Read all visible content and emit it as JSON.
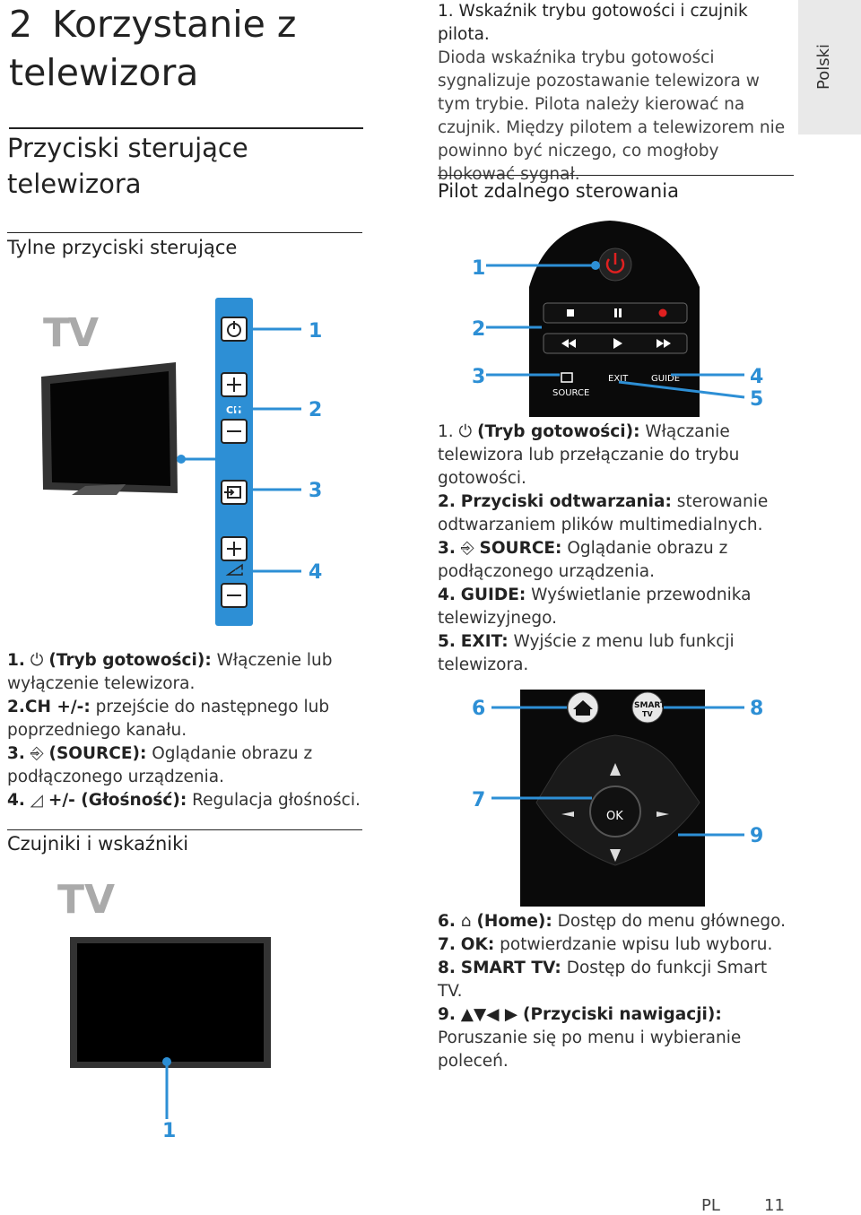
{
  "heading": {
    "number": "2",
    "title": "Korzystanie z telewizora"
  },
  "section_title": "Przyciski sterujące telewizora",
  "rear_controls": {
    "title": "Tylne przyciski sterujące",
    "tv_label": "TV",
    "panel_labels": {
      "ch": "CH"
    },
    "callouts": [
      "1",
      "2",
      "3",
      "4"
    ],
    "items": [
      {
        "num": "1.",
        "bold": "(Tryb gotowości):",
        "text": " Włączenie lub wyłączenie telewizora."
      },
      {
        "num": "2.",
        "bold": "CH +/-:",
        "text": " przejście do następnego lub poprzedniego kanału."
      },
      {
        "num": "3.",
        "bold": "(SOURCE):",
        "text": " Oglądanie obrazu z podłączonego urządzenia."
      },
      {
        "num": "4.",
        "bold": "+/- (Głośność):",
        "text": " Regulacja głośności."
      }
    ]
  },
  "sensors": {
    "title": "Czujniki i wskaźniki",
    "tv_label": "TV",
    "callout": "1"
  },
  "standby": {
    "title": "1. Wskaźnik trybu gotowości i czujnik pilota.",
    "text": "Dioda wskaźnika trybu gotowości sygnalizuje pozostawanie telewizora w tym trybie. Pilota należy kierować na czujnik. Między pilotem a telewizorem nie powinno być niczego, co mogłoby blokować sygnał."
  },
  "remote": {
    "title": "Pilot zdalnego sterowania",
    "labels": {
      "source": "SOURCE",
      "exit": "EXIT",
      "guide": "GUIDE",
      "ok": "OK",
      "smart": "SMART",
      "tv": "TV"
    },
    "callouts_top": [
      "1",
      "2",
      "3",
      "4",
      "5"
    ],
    "callouts_bottom": [
      "6",
      "7",
      "8",
      "9"
    ],
    "items_top": [
      {
        "num": "1.",
        "bold": "(Tryb gotowości):",
        "text": " Włączanie telewizora lub przełączanie do trybu gotowości."
      },
      {
        "num": "2.",
        "bold": "Przyciski odtwarzania:",
        "text": " sterowanie odtwarzaniem plików multimedialnych."
      },
      {
        "num": "3.",
        "bold": "SOURCE:",
        "text": " Oglądanie obrazu z podłączonego urządzenia."
      },
      {
        "num": "4.",
        "bold": "GUIDE:",
        "text": " Wyświetlanie przewodnika telewizyjnego."
      },
      {
        "num": "5.",
        "bold": "EXIT:",
        "text": " Wyjście z menu lub funkcji telewizora."
      }
    ],
    "items_bottom": [
      {
        "num": "6.",
        "bold": "(Home):",
        "text": " Dostęp do menu głównego."
      },
      {
        "num": "7.",
        "bold": "OK:",
        "text": " potwierdzanie wpisu lub wyboru."
      },
      {
        "num": "8.",
        "bold": "SMART TV:",
        "text": " Dostęp do funkcji Smart TV."
      },
      {
        "num": "9.",
        "bold": "(Przyciski nawigacji):",
        "text": " Poruszanie się po menu i wybieranie poleceń."
      }
    ]
  },
  "language_tab": "Polski",
  "footer": {
    "lang": "PL",
    "page": "11"
  },
  "colors": {
    "accent": "#2d8fd5",
    "text": "#222222",
    "tab": "#e9e9e9"
  }
}
